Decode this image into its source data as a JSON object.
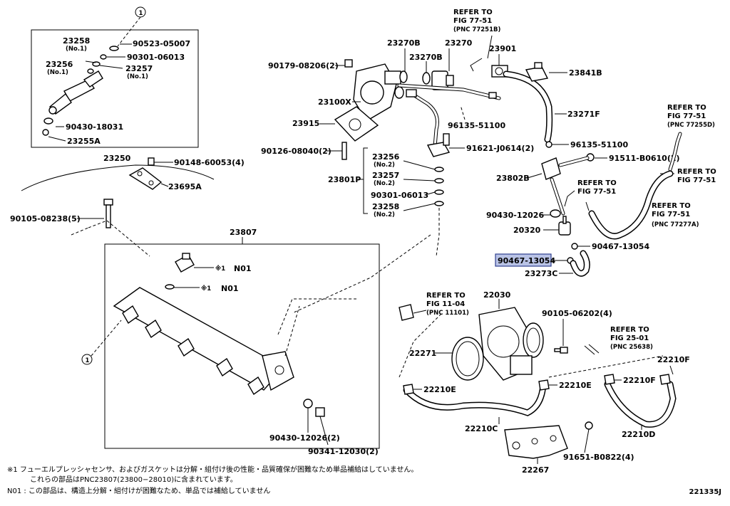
{
  "labels": {
    "p23258_top": "23258",
    "p23258_top_sub": "(No.1)",
    "p90523": "90523-05007",
    "p90301_top": "90301-06013",
    "p23256_top": "23256",
    "p23256_top_sub": "(No.1)",
    "p23257_top": "23257",
    "p23257_top_sub": "(No.1)",
    "p90430_18031": "90430-18031",
    "p23255a": "23255A",
    "p23250": "23250",
    "p90148": "90148-60053(4)",
    "p23695a": "23695A",
    "p90105_08238": "90105-08238(5)",
    "p23807": "23807",
    "pN01a": "N01",
    "pN01b": "N01",
    "mark1": "※1",
    "circle1": "1",
    "p90179": "90179-08206(2)",
    "p23270b_1": "23270B",
    "p23270b_2": "23270B",
    "p23270": "23270",
    "p23901": "23901",
    "p23841b": "23841B",
    "p23100x": "23100X",
    "p23915": "23915",
    "p90126": "90126-08040(2)",
    "p23271f": "23271F",
    "p96135_a": "96135-51100",
    "p96135_b": "96135-51100",
    "p91621": "91621-J0614(2)",
    "p23256_no2": "23256",
    "p23257_no2": "23257",
    "p90301_mid": "90301-06013",
    "p23258_no2": "23258",
    "sub_no2": "(No.2)",
    "p23801p": "23801P",
    "p91511": "91511-B0610(2)",
    "p23802b": "23802B",
    "p90430_12026_r": "90430-12026",
    "p20320": "20320",
    "p90467_13054_a": "90467-13054",
    "p90467_13054_hl": "90467-13054",
    "p23273c": "23273C",
    "p22030": "22030",
    "p90105_06202": "90105-06202(4)",
    "p22271": "22271",
    "p22210e_a": "22210E",
    "p22210e_b": "22210E",
    "p22210f_a": "22210F",
    "p22210f_b": "22210F",
    "p22210c": "22210C",
    "p22210d": "22210D",
    "p22267": "22267",
    "p91651": "91651-B0822(4)",
    "p90430_12026_b": "90430-12026(2)",
    "p90341": "90341-12030(2)"
  },
  "refs": {
    "r1_a": "REFER TO",
    "r1_b": "FIG 77-51",
    "r1_c": "(PNC 77251B)",
    "r2_a": "REFER TO",
    "r2_b": "FIG 77-51",
    "r2_c": "(PNC 77255D)",
    "r3_a": "REFER TO",
    "r3_b": "FIG 77-51",
    "r4_a": "REFER TO",
    "r4_b": "FIG 77-51",
    "r5_a": "REFER TO",
    "r5_b": "FIG 77-51",
    "r5_c": "(PNC 77277A)",
    "r6_a": "REFER TO",
    "r6_b": "FIG 11-04",
    "r6_c": "(PNC 11101)",
    "r7_a": "REFER TO",
    "r7_b": "FIG 25-01",
    "r7_c": "(PNC 25638)"
  },
  "footnotes": {
    "line1": "※1 フューエルプレッシャセンサ、およびガスケットは分解・組付け後の性能・品質確保が困難なため単品補給はしていません。",
    "line2": "これらの部品はPNC23807(23800−28010)に含まれています。",
    "line3": "N01 : この部品は、構造上分解・組付けが困難なため、単品では補給していません"
  },
  "diagram_code": "221335J",
  "colors": {
    "highlight": "#b9c3e6",
    "highlight_border": "#2f3f8f"
  }
}
